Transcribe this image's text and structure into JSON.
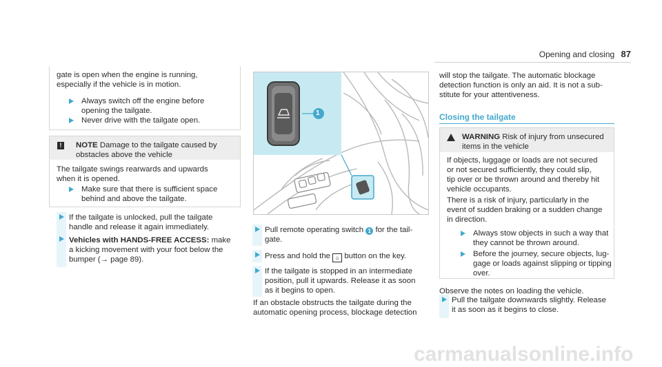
{
  "header": {
    "section": "Opening and closing",
    "page_number": "87"
  },
  "col1": {
    "top_box": {
      "intro": [
        "gate is open when the engine is running,",
        "especially if the vehicle is in motion."
      ],
      "bullets": [
        [
          "Always switch off the engine before",
          "opening the tailgate."
        ],
        [
          "Never drive with the tailgate open."
        ]
      ]
    },
    "note": {
      "label": "NOTE",
      "title_rest": "Damage to the tailgate caused by",
      "title_line2": "obstacles above the vehicle",
      "body": [
        "The tailgate swings rearwards and upwards",
        "when it is opened."
      ],
      "bullet": [
        "Make sure that there is sufficient space",
        "behind and above the tailgate."
      ]
    },
    "steps": [
      [
        "If the tailgate is unlocked, pull the tailgate",
        "handle and release it again immediately."
      ]
    ],
    "hands_free": {
      "bold": "Vehicles with HANDS-FREE ACCESS:",
      "rest_line1": "make",
      "lines": [
        "a kicking movement with your foot below the",
        "bumper (→ page 89)."
      ]
    }
  },
  "col2": {
    "figure": {
      "callout": "1",
      "icon": "tailgate-switch-icon"
    },
    "step1": {
      "pre": "Pull remote operating switch",
      "num": "1",
      "post": "for the tail-",
      "line2": "gate."
    },
    "step2": {
      "pre": "Press and hold the",
      "post": "button on the key."
    },
    "step3": [
      "If the tailgate is stopped in an intermediate",
      "position, pull it upwards. Release it as soon",
      "as it begins to open."
    ],
    "para": [
      "If an obstacle obstructs the tailgate during the",
      "automatic opening process, blockage detection"
    ]
  },
  "col3": {
    "intro": [
      "will stop the tailgate. The automatic blockage",
      "detection function is only an aid. It is not a sub-",
      "stitute for your attentiveness."
    ],
    "heading": "Closing the tailgate",
    "warning": {
      "label": "WARNING",
      "title_rest": "Risk of injury from unsecured",
      "title_line2": "items in the vehicle",
      "para1": [
        "If objects, luggage or loads are not secured",
        "or not secured sufficiently, they could slip,",
        "tip over or be thrown around and thereby hit",
        "vehicle occupants."
      ],
      "para2": [
        "There is a risk of injury, particularly in the",
        "event of sudden braking or a sudden change",
        "in direction."
      ],
      "bullet1": [
        "Always stow objects in such a way that",
        "they cannot be thrown around."
      ],
      "bullet2": [
        "Before the journey, secure objects, lug-",
        "gage or loads against slipping or tipping",
        "over."
      ]
    },
    "observe": "Observe the notes on loading the vehicle.",
    "step": [
      "Pull the tailgate downwards slightly. Release",
      "it as soon as it begins to close."
    ]
  },
  "watermark": "carmanualsonline.info",
  "colors": {
    "accent": "#45a8cc",
    "accent_light": "#e6f5fa",
    "figure_panel": "#c7eaf2"
  }
}
